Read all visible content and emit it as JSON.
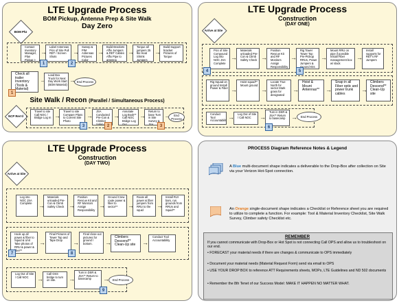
{
  "p1": {
    "title": "LTE Upgrade Process",
    "subtitle": "BOM Pickup, Antenna Prep & Site Walk",
    "day": "Day Zero",
    "start": "BOM P/U",
    "steps": [
      "Contact Inventory Manager, Plan Pickup > Warehouse Deliver to CTS Location",
      "Label Antennas Pics of Site Pull RET / Screen Shots",
      "Sweep & PIM Antennas Pictures Color Code Jumpers",
      "Build Brackets Affix Jumpers & RET Cables Affix Pipe to antenna",
      "Torque all jumpers 25 lbs Heat Shrink Jumpers",
      "Build Support bracket Pictures of Torque"
    ],
    "check": "Check all trailer Inventory (Tools & Material)",
    "load": "Load Box Truck for Next Day Work Start (BOM Material)",
    "end": "End Process",
    "walk_title": "Site Walk / Recon",
    "walk_sub": "(Parallel / Simultaneous Process)",
    "walk_start": "NCP Rev'd",
    "walk_steps": [
      "Travel to site Call NOC / Bridge Log In",
      "Travel to site Compare Plans to Current Site Photo",
      "JSA Conducted Pre-Con & Climber Safety Check",
      "Annotate Log Book** Call NOC Bridge Log Out",
      "Return to base Turn in Site Survey & JSA"
    ],
    "walk_end": "End Process"
  },
  "p2": {
    "title": "LTE Upgrade Process",
    "subtitle": "Construction",
    "day": "(DAY ONE)",
    "start": "Arrive at Site",
    "row1": [
      "Pics of Site Compound Log into NOC JSA Complete",
      "Materials unloaded Pre-Con & Climb Safety Check",
      "Position Rescue Kit and RF Monitors Assign Responsibility",
      "Rig Tower Tower Top Pre-Pickup RRUs, Power Jumpers & Ground Kits",
      "Mount RRU on pipe if possible Install Fiber management box w/ slack",
      "Install supports for RET's RF Jumpers"
    ],
    "row2": [
      "Rig Squad on ground Install Power & Fiber",
      "Hoist squad** Mount ground",
      "Locate True North for sector Mark grass for designated",
      "Hoist & Mount Antennas**",
      "Snap in all Fiber optic and power trunk cables",
      "Climbers Descend** Clean-Up site"
    ],
    "row3": [
      "Conduct Tool Accountability",
      "Log Out of Site / Call NOC",
      "Turn in DSR & JSA** Return to basecamp"
    ],
    "end": "End Process"
  },
  "p3": {
    "title": "LTE Upgrade Process",
    "subtitle": "Construction",
    "day": "(DAY TWO)",
    "start": "Arrive at Site",
    "row1": [
      "Log into NOC JSA Complete",
      "Materials unloaded Pre-Con & Climb Safety Check",
      "Position Rescue Kit and RF Monitors Assign Responsibility",
      "Ground Crew route power & fiber to sector**",
      "Route all power & fiber jumpers from RRU to the squid",
      "Install RUI bars, run grounds from RRUs and Squid**"
    ],
    "row2": [
      "Hook up all power & fiber to Squid & Unit Take photos of RRU & power & fiber**",
      "Final Pictures of Tower Top and Tape Drop",
      "Final close-out pictures for ground / bottom.",
      "Climbers Descend** Clean-Up site",
      "Conduct Tool Accountability"
    ],
    "row3": [
      "Log Out of Site / Call NOC",
      "Call OSS bridge to turn on site.",
      "Turn in DSR & JSA** Return to basecamp"
    ],
    "end": "End Process"
  },
  "p4": {
    "title": "PROCESS Diagram Reference Notes & Legend",
    "note1_pre": "A ",
    "note1_color": "Blue",
    "note1_post": " multi-document shape indicates a deliverable to the Drop-Box after collection on Site via your Verizon Hot-Spot connection.",
    "note2_pre": "An ",
    "note2_color": "Orange",
    "note2_post": " single-document shape indicates a Checklist or Reference sheet you are required to utilize to complete a function. For example: Tool & Material Inventory Checklist, Site Walk Survey, Climber safety Checklist etc.",
    "remember_title": "REMEMBER",
    "remember_lines": [
      "If you cannot communicate with Drop-Box or Hot Spot is not connecting Call OPS and allow us to troubleshoot on our end.",
      "FORECAST your material needs if there are changes & communicate to OPS immediately",
      "Document your material needs (Material Request Form) send via email to OPS",
      "USE YOUR DROP BOX to reference ATT Requirements sheets, MOPs, LTE Guidelines and ND 502 documents",
      "Remember the 8th Tenet of our Success Model:  MAKE IT HAPPEN NO MATTER WHAT."
    ]
  },
  "colors": {
    "panel_yellow": "#fdf7d9",
    "panel_gray": "#efefef",
    "deliverable_blue": "#2e7fc2",
    "checklist_orange": "#e37a1d"
  }
}
